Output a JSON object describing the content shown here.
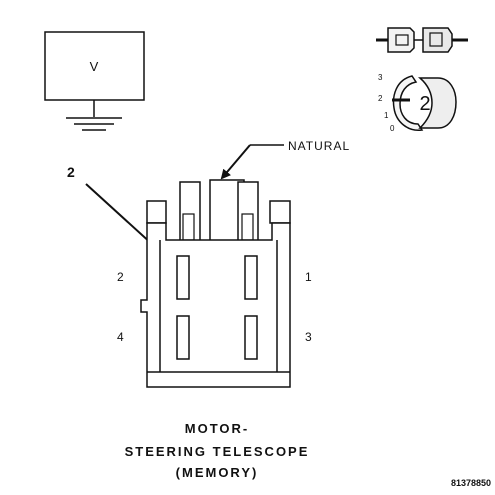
{
  "meter": {
    "label": "V"
  },
  "callouts": {
    "natural": "NATURAL",
    "pointer_number": "2"
  },
  "connector": {
    "pins": {
      "p1": "1",
      "p2": "2",
      "p3": "3",
      "p4": "4"
    }
  },
  "position_indicator": {
    "scale": [
      "3",
      "2",
      "1",
      "0"
    ],
    "selected": "2"
  },
  "title": {
    "line1": "MOTOR-",
    "line2": "STEERING TELESCOPE",
    "line3": "(MEMORY)"
  },
  "figure_id": "81378850",
  "colors": {
    "ink": "#111111",
    "pin_gray": "#777777",
    "background": "#ffffff"
  }
}
